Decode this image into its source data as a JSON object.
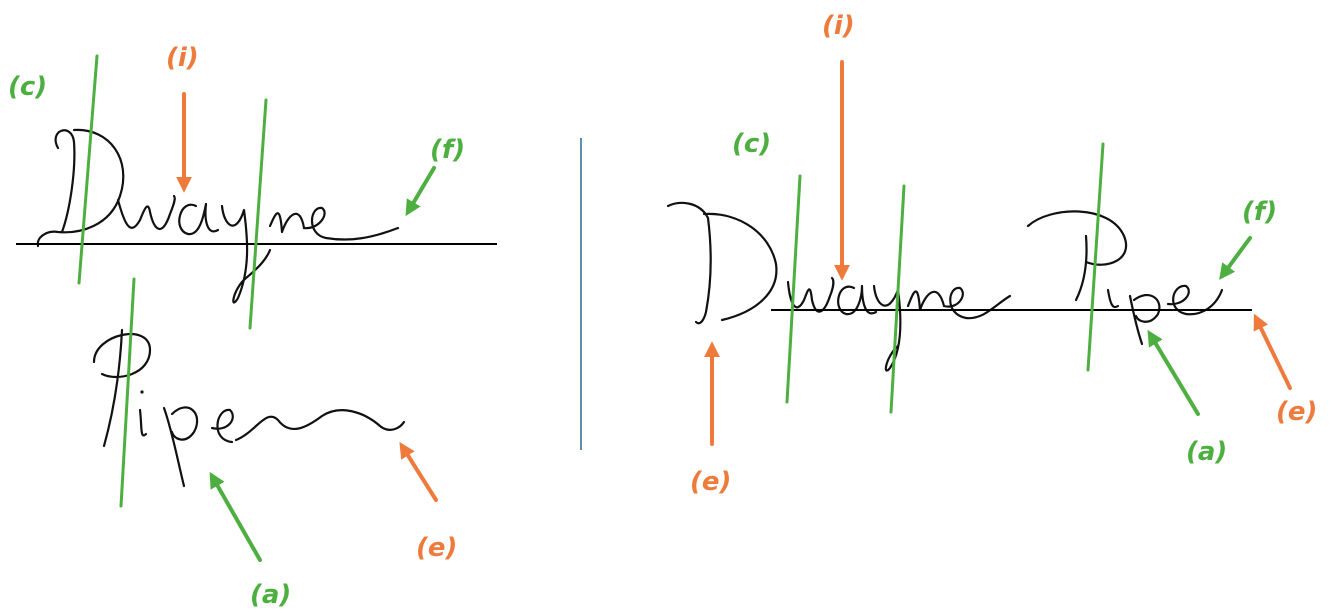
{
  "colors": {
    "green": "#4caf3f",
    "orange": "#ee7a3c",
    "ink": "#111111",
    "divider": "#2a6a8c",
    "baseline": "#000000"
  },
  "panels": [
    {
      "signature": "Dwayne Piper",
      "labels": {
        "c": "(c)",
        "i": "(i)",
        "f": "(f)",
        "a": "(a)",
        "e": "(e)"
      }
    },
    {
      "signature": "Dwayne Piper",
      "labels": {
        "c": "(c)",
        "i": "(i)",
        "f": "(f)",
        "a": "(a)",
        "e1": "(e)",
        "e2": "(e)"
      }
    }
  ]
}
